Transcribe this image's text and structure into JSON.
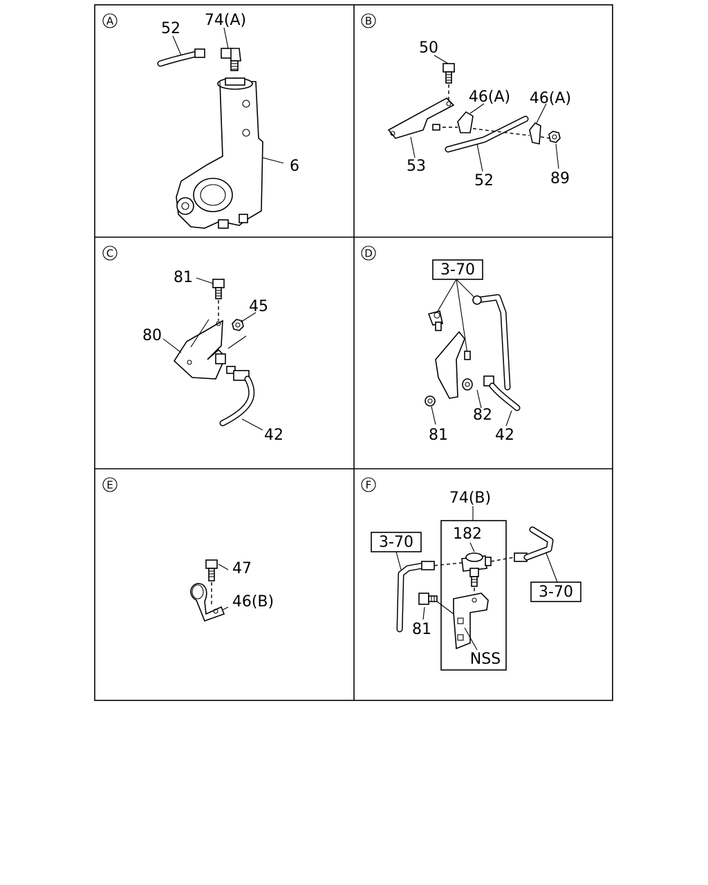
{
  "panels": {
    "a": {
      "letter": "A",
      "labels": {
        "p52": "52",
        "p74a": "74(A)",
        "p6": "6"
      }
    },
    "b": {
      "letter": "B",
      "labels": {
        "p50": "50",
        "p46a_1": "46(A)",
        "p46a_2": "46(A)",
        "p53": "53",
        "p52": "52",
        "p89": "89"
      }
    },
    "c": {
      "letter": "C",
      "labels": {
        "p81": "81",
        "p45": "45",
        "p80": "80",
        "p42": "42"
      }
    },
    "d": {
      "letter": "D",
      "labels": {
        "ref370": "3-70",
        "p82": "82",
        "p81": "81",
        "p42": "42"
      }
    },
    "e": {
      "letter": "E",
      "labels": {
        "p47": "47",
        "p46b": "46(B)"
      }
    },
    "f": {
      "letter": "F",
      "labels": {
        "p74b": "74(B)",
        "p182": "182",
        "ref370_left": "3-70",
        "ref370_right": "3-70",
        "p81": "81",
        "nss": "NSS"
      }
    }
  }
}
